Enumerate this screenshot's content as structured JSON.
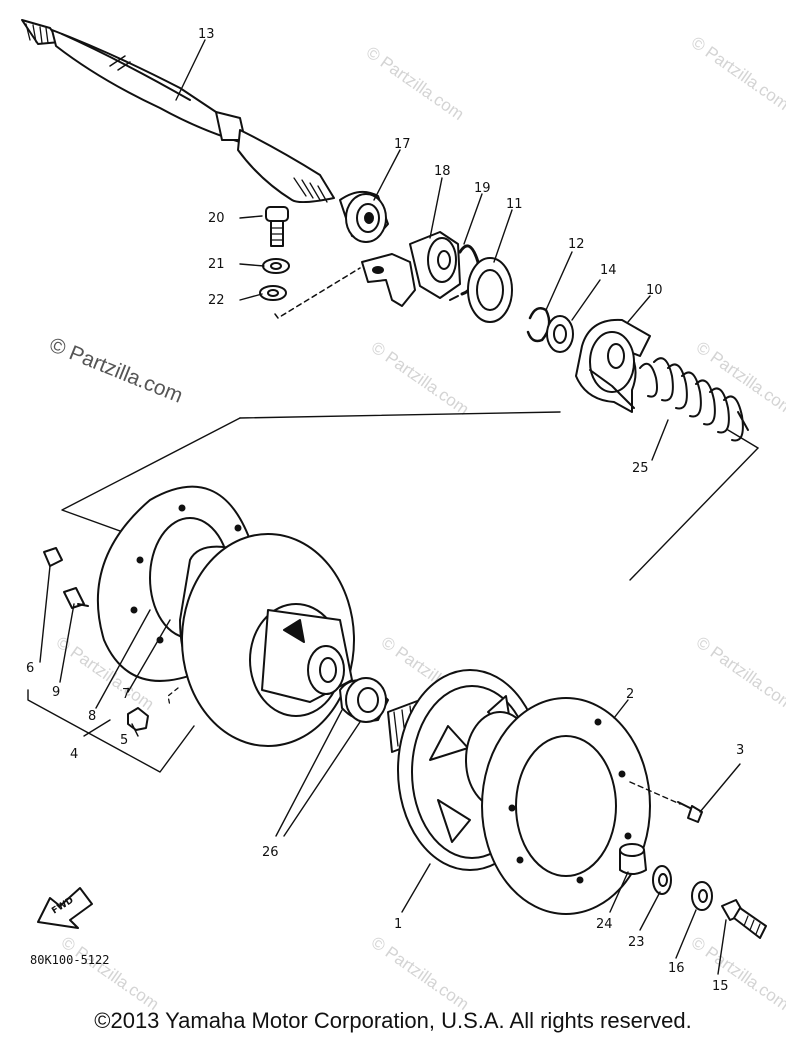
{
  "diagram": {
    "part_code": "80K100-5122",
    "fwd_badge": "FWD",
    "callouts": {
      "c1": "1",
      "c2": "2",
      "c3": "3",
      "c4": "4",
      "c5": "5",
      "c6": "6",
      "c7": "7",
      "c8": "8",
      "c9": "9",
      "c10": "10",
      "c11": "11",
      "c12": "12",
      "c13": "13",
      "c14": "14",
      "c15": "15",
      "c16": "16",
      "c17": "17",
      "c18": "18",
      "c19": "19",
      "c20": "20",
      "c21": "21",
      "c22": "22",
      "c23": "23",
      "c24": "24",
      "c25": "25",
      "c26": "26"
    }
  },
  "watermark": {
    "main": "© Partzilla.com",
    "small": "© Partzilla.com"
  },
  "footer": {
    "copyright": "©2013 Yamaha Motor Corporation, U.S.A. All rights reserved."
  }
}
